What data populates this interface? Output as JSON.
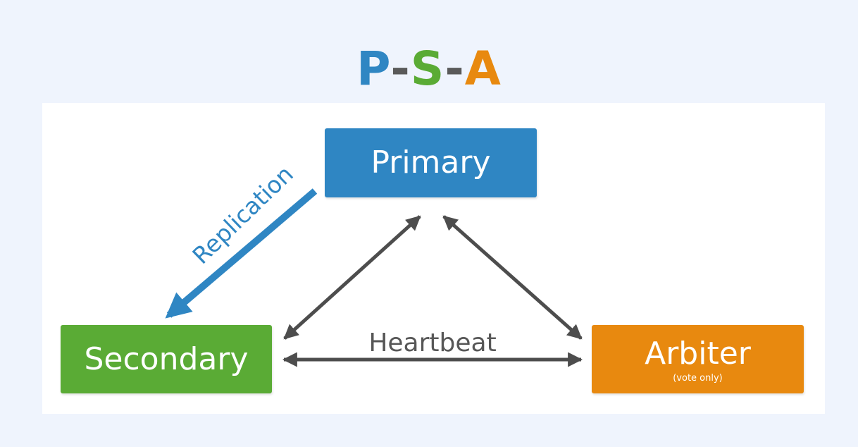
{
  "title": {
    "p": "P",
    "dash1": "-",
    "s": "S",
    "dash2": "-",
    "a": "A"
  },
  "nodes": {
    "primary": {
      "label": "Primary"
    },
    "secondary": {
      "label": "Secondary"
    },
    "arbiter": {
      "label": "Arbiter",
      "sublabel": "(vote only)"
    }
  },
  "edges": {
    "replication": {
      "label": "Replication"
    },
    "heartbeat": {
      "label": "Heartbeat"
    }
  },
  "colors": {
    "primary": "#2f86c3",
    "secondary": "#5aab35",
    "arbiter": "#e8890f",
    "arrow": "#4d4d4d",
    "replication": "#2f86c3"
  }
}
